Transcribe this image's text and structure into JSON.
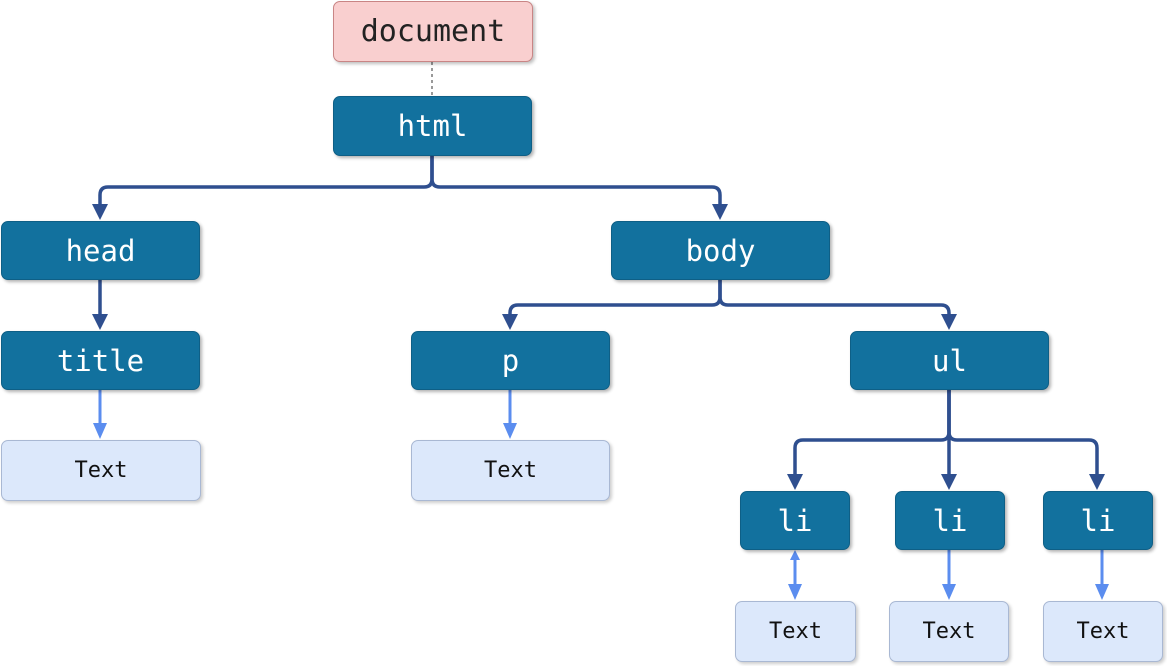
{
  "diagram": {
    "nodes": {
      "document": "document",
      "html": "html",
      "head": "head",
      "body": "body",
      "title": "title",
      "p": "p",
      "ul": "ul",
      "li_1": "li",
      "li_2": "li",
      "li_3": "li",
      "text_title": "Text",
      "text_p": "Text",
      "text_li_1": "Text",
      "text_li_2": "Text",
      "text_li_3": "Text"
    },
    "colors": {
      "element_fill": "#12719e",
      "text_fill": "#dce8fb",
      "root_fill": "#f9cfcf",
      "element_edge": "#2f4f8f",
      "text_edge": "#5b8def"
    }
  }
}
